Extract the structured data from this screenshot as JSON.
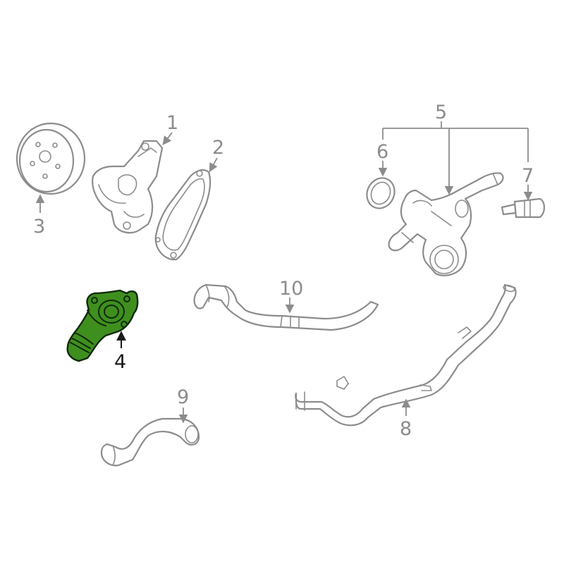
{
  "diagram": {
    "callouts": {
      "c1": "1",
      "c2": "2",
      "c3": "3",
      "c4": "4",
      "c5": "5",
      "c6": "6",
      "c7": "7",
      "c8": "8",
      "c9": "9",
      "c10": "10"
    },
    "colors": {
      "highlight_fill": "#3f8f1f",
      "highlight_stroke": "#0f2a08",
      "line": "#8c8c8c",
      "text_dark": "#1a1a1a"
    },
    "highlighted_part": "4"
  }
}
